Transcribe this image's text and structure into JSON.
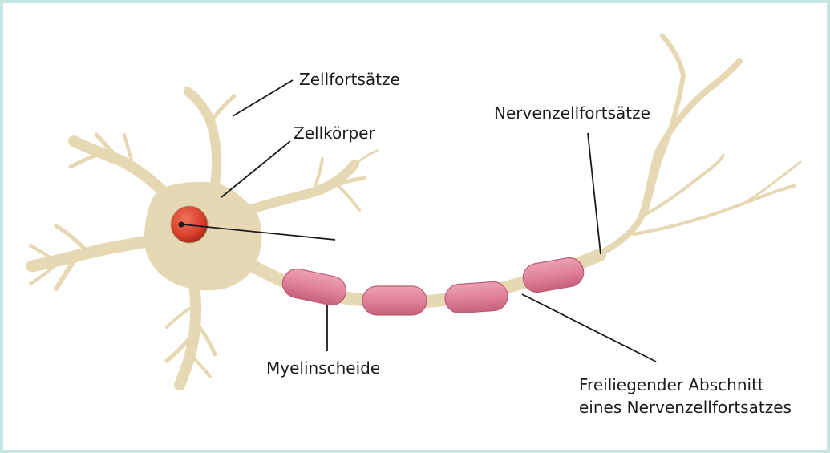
{
  "diagram": {
    "labels": {
      "dendrites": "Zellfortsätze",
      "cell_body": "Zellkörper",
      "axon": "Nervenzellfortsätze",
      "myelin": "Myelinscheide",
      "node_line1": "Freiliegender Abschnitt",
      "node_line2": "eines Nervenzellfortsatzes"
    },
    "colors": {
      "frame": "#c6e7e1",
      "cell": "#e7d8b4",
      "cell_outline": "#c9b88e",
      "nucleus": "#d9402c",
      "myelin": "#de7f97",
      "leader_line": "#1b1b1b"
    }
  }
}
